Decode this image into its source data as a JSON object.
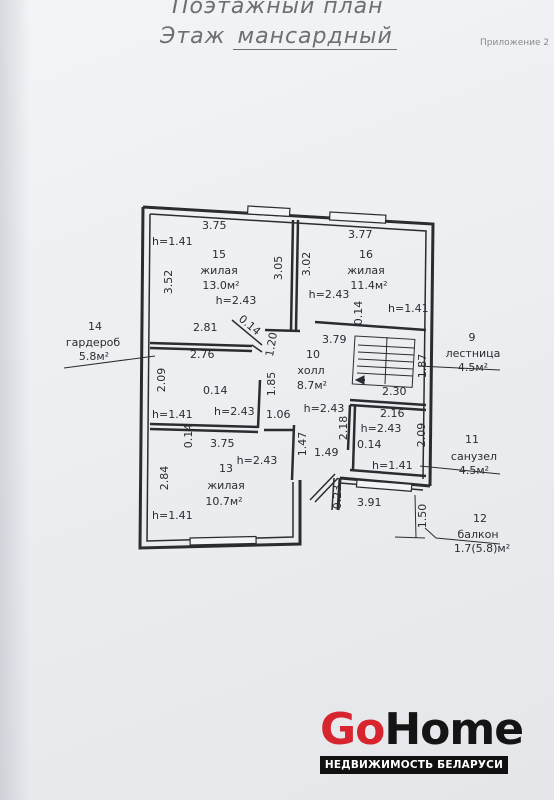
{
  "header": {
    "title_line1": "Поэтажный план",
    "title_line2_prefix": "Этаж",
    "title_line2_value": "мансардный",
    "annex": "Приложение 2"
  },
  "rooms": [
    {
      "num": "15",
      "name": "жилая",
      "area": "13.0м²",
      "height": "h=2.43"
    },
    {
      "num": "16",
      "name": "жилая",
      "area": "11.4м²",
      "height": "h=2.43"
    },
    {
      "num": "10",
      "name": "холл",
      "area": "8.7м²",
      "height": "h=2.43"
    },
    {
      "num": "13",
      "name": "жилая",
      "area": "10.7м²",
      "height": "h=2.43"
    },
    {
      "num": "14",
      "name": "гардероб",
      "area": "5.8м²"
    },
    {
      "num": "9",
      "name": "лестница",
      "area": "4.5м²"
    },
    {
      "num": "11",
      "name": "санузел",
      "area": "4.5м²",
      "height": "h=2.43"
    },
    {
      "num": "12",
      "name": "балкон",
      "area": "1.7(5.8)м²"
    }
  ],
  "dimensions": {
    "d375_top": "3.75",
    "d377": "3.77",
    "d352": "3.52",
    "d305": "3.05",
    "d302": "3.02",
    "d281": "2.81",
    "d276": "2.76",
    "d014_a": "0.14",
    "d120": "1.20",
    "d379": "3.79",
    "d014_b": "0.14",
    "d187": "1.87",
    "d230": "2.30",
    "d209_left": "2.09",
    "d014_c": "0.14",
    "d185": "1.85",
    "d106": "1.06",
    "d216": "2.16",
    "d218": "2.18",
    "d014_d": "0.14",
    "d209_right": "2.09",
    "d014_e": "0.14",
    "d375_low": "3.75",
    "d147": "1.47",
    "d149": "1.49",
    "d284": "2.84",
    "d023": "0.23",
    "d391": "3.91",
    "d150": "1.50"
  },
  "heights": {
    "h141_a": "h=1.41",
    "h141_b": "h=1.41",
    "h141_c": "h=1.41",
    "h141_d": "h=1.41",
    "h141_e": "h=1.41",
    "h243_a": "h=2.43"
  },
  "logo": {
    "word_go": "Go",
    "word_home": "Home",
    "tagline": "НЕДВИЖИМОСТЬ БЕЛАРУСИ"
  },
  "colors": {
    "ink": "#2b2c30",
    "logo_red": "#d8242f",
    "logo_black": "#141414"
  }
}
